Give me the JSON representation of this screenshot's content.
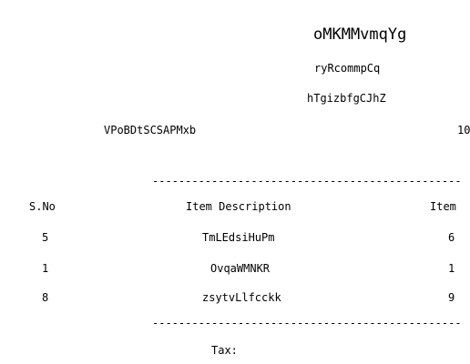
{
  "header": {
    "title": "oMKMMvmqYg",
    "line1": "ryRcommpCq",
    "line2": "hTgizbfgCJhZ",
    "left_info": "VPoBDtSCSAPMxb",
    "right_info": "10"
  },
  "separator": "-----------------------------------------------",
  "table": {
    "headers": {
      "sno": "S.No",
      "description": "Item Description",
      "item": "Item"
    },
    "rows": [
      {
        "sno": "5",
        "description": "TmLEdsiHuPm",
        "item": "6"
      },
      {
        "sno": "1",
        "description": "OvqaWMNKR",
        "item": "1"
      },
      {
        "sno": "8",
        "description": "zsytvLlfcckk",
        "item": "9"
      }
    ]
  },
  "footer": {
    "tax_label": "Tax:"
  }
}
